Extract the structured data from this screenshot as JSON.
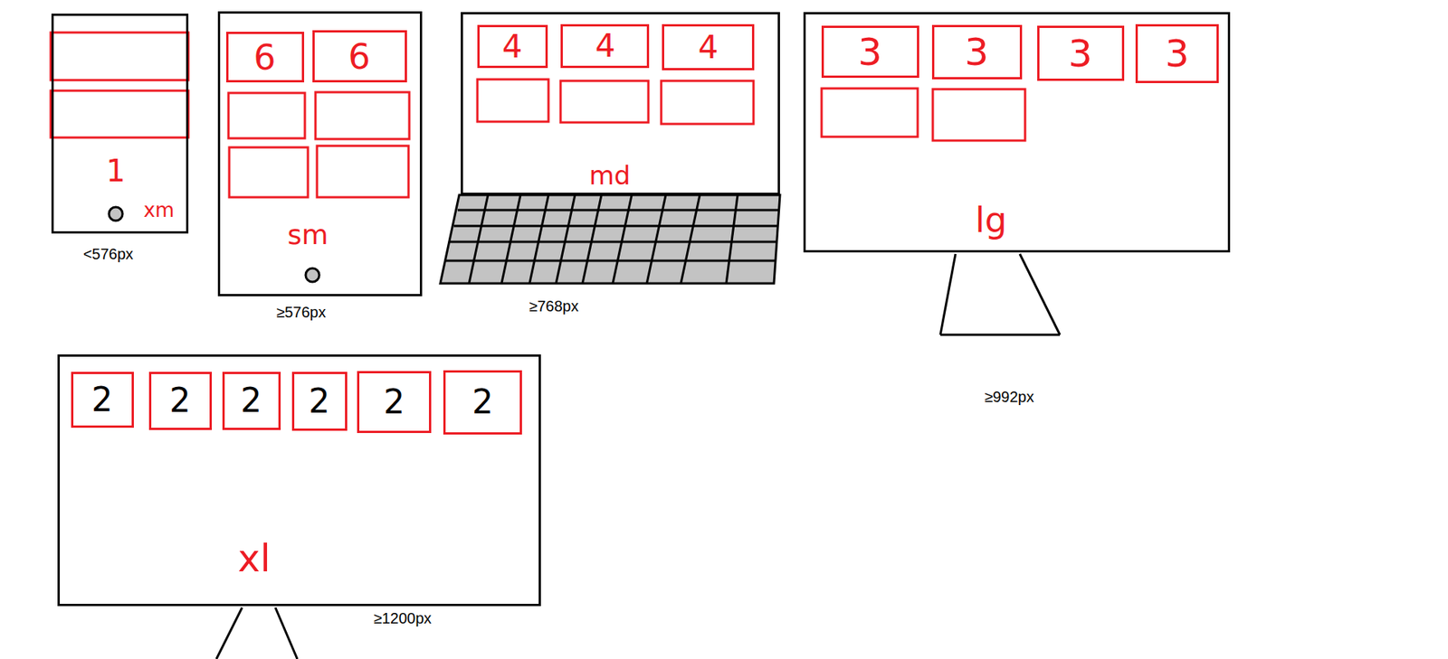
{
  "diagram": {
    "nodes": [
      {
        "text": [
          "1",
          "xm"
        ]
      },
      {
        "text": [
          "sm"
        ]
      },
      {
        "text": [
          "6"
        ],
        "in": 1
      },
      {
        "text": [
          "6"
        ],
        "in": 1
      },
      {
        "text": [
          "md"
        ]
      },
      {
        "text": [
          "4"
        ],
        "in": 4
      },
      {
        "text": [
          "4"
        ],
        "in": 4
      },
      {
        "text": [
          "4"
        ],
        "in": 4
      },
      {
        "text": [
          "lg"
        ]
      },
      {
        "text": [
          "3"
        ],
        "in": 8
      },
      {
        "text": [
          "3"
        ],
        "in": 8
      },
      {
        "text": [
          "3"
        ],
        "in": 8
      },
      {
        "text": [
          "3"
        ],
        "in": 8
      },
      {
        "text": [
          "xl"
        ]
      },
      {
        "text": [
          "2"
        ],
        "in": 13
      },
      {
        "text": [
          "2"
        ],
        "in": 13
      },
      {
        "text": [
          "2"
        ],
        "in": 13
      },
      {
        "text": [
          "2"
        ],
        "in": 13
      },
      {
        "text": [
          "2"
        ],
        "in": 13
      },
      {
        "text": [
          "2"
        ],
        "in": 13
      }
    ],
    "labels": [
      "<576px",
      "≥576px",
      "≥768px",
      "≥992px",
      "≥1200px"
    ]
  }
}
